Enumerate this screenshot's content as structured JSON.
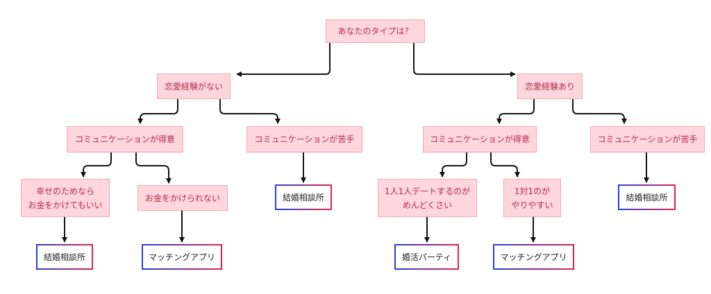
{
  "diagram": {
    "root": "あなたのタイプは？",
    "left": {
      "label": "恋愛経験がない",
      "good": {
        "label": "コミュニケーションが得意",
        "a": {
          "label": "幸せのためなら\nお金をかけてもいい",
          "result": "結婚相談所"
        },
        "b": {
          "label": "お金をかけられない",
          "result": "マッチングアプリ"
        }
      },
      "bad": {
        "label": "コミュニケーションが苦手",
        "result": "結婚相談所"
      }
    },
    "right": {
      "label": "恋愛経験あり",
      "good": {
        "label": "コミュニケーションが得意",
        "a": {
          "label": "1人1人デートするのが\nめんどくさい",
          "result": "婚活パーティ"
        },
        "b": {
          "label": "1対1のが\nやりやすい",
          "result": "マッチングアプリ"
        }
      },
      "bad": {
        "label": "コミュニケーションが苦手",
        "result": "結婚相談所"
      }
    }
  },
  "colors": {
    "question_fill": "#ffd6dd",
    "question_border": "#f3a7b4",
    "question_text": "#b02a48",
    "result_border_from": "#2b3bd9",
    "result_border_to": "#e0204a",
    "edge": "#111111"
  }
}
